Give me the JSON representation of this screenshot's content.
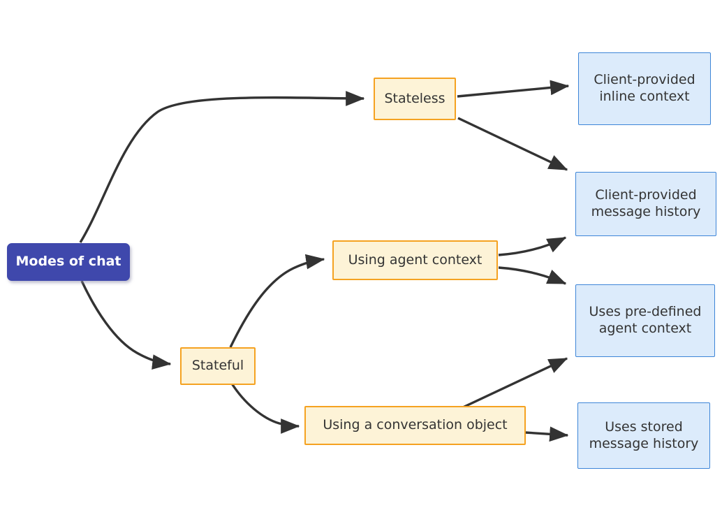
{
  "diagram": {
    "type": "flowchart",
    "direction": "left-to-right",
    "title": "Modes of chat",
    "colors": {
      "root_fill": "#3F48AC",
      "root_text": "#FFFFFF",
      "mid_fill": "#FDF3D7",
      "mid_border": "#F5A221",
      "leaf_fill": "#DCEBFB",
      "leaf_border": "#3D85D8",
      "edge": "#333333",
      "text": "#333333",
      "background": "#FFFFFF"
    },
    "nodes": {
      "root": {
        "label": "Modes of chat"
      },
      "stateless": {
        "label": "Stateless"
      },
      "stateful": {
        "label": "Stateful"
      },
      "agent_context": {
        "label": "Using agent context"
      },
      "conversation_object": {
        "label": "Using a conversation object"
      },
      "inline_context": {
        "label": "Client-provided\ninline context"
      },
      "client_history": {
        "label": "Client-provided\nmessage history"
      },
      "predefined_agent_context": {
        "label": "Uses pre-defined\nagent context"
      },
      "stored_history": {
        "label": "Uses stored\nmessage history"
      }
    },
    "edges": [
      {
        "from": "Modes of chat",
        "to": "Stateless"
      },
      {
        "from": "Modes of chat",
        "to": "Stateful"
      },
      {
        "from": "Stateless",
        "to": "Client-provided inline context"
      },
      {
        "from": "Stateless",
        "to": "Client-provided message history"
      },
      {
        "from": "Stateful",
        "to": "Using agent context"
      },
      {
        "from": "Stateful",
        "to": "Using a conversation object"
      },
      {
        "from": "Using agent context",
        "to": "Client-provided message history"
      },
      {
        "from": "Using agent context",
        "to": "Uses pre-defined agent context"
      },
      {
        "from": "Using a conversation object",
        "to": "Uses pre-defined agent context"
      },
      {
        "from": "Using a conversation object",
        "to": "Uses stored message history"
      }
    ]
  }
}
